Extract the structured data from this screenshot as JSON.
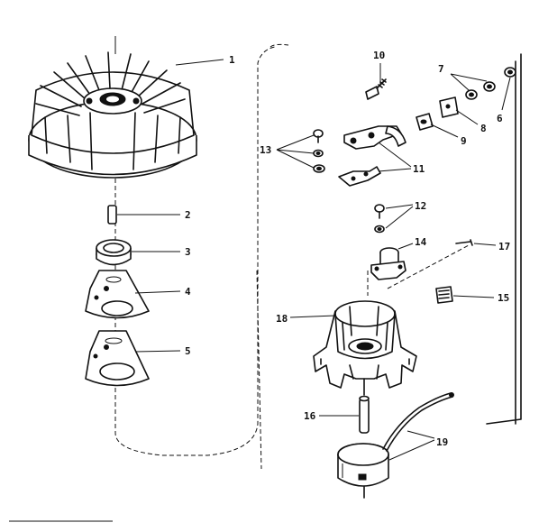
{
  "labels": {
    "l1": "1",
    "l2": "2",
    "l3": "3",
    "l4": "4",
    "l5": "5",
    "l6": "6",
    "l7": "7",
    "l8": "8",
    "l9": "9",
    "l10": "10",
    "l11": "11",
    "l12": "12",
    "l13": "13",
    "l14": "14",
    "l15": "15",
    "l16": "16",
    "l17": "17",
    "l18": "18",
    "l19": "19"
  },
  "colors": {
    "ink": "#111111",
    "paper": "#ffffff"
  }
}
